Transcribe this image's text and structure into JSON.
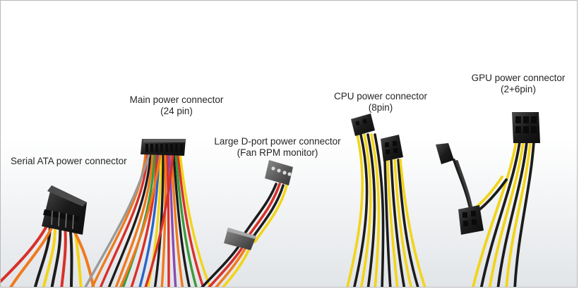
{
  "labels": {
    "sata": {
      "line1": "Serial ATA power connector"
    },
    "main": {
      "line1": "Main power connector",
      "line2": "(24 pin)"
    },
    "molex": {
      "line1": "Large D-port power connector",
      "line2": "(Fan RPM monitor)"
    },
    "cpu": {
      "line1": "CPU power connector",
      "line2": "(8pin)"
    },
    "gpu": {
      "line1": "GPU power connector",
      "line2": "(2+6pin)"
    }
  },
  "colors": {
    "wire_yellow": "#f2d41a",
    "wire_black": "#1c1c1c",
    "wire_red": "#d8302a",
    "wire_orange": "#ef7a1e",
    "wire_green": "#3a9a3a",
    "wire_blue": "#2a64c8",
    "wire_purple": "#8a4bb0",
    "wire_gray": "#9a9a9a",
    "connector_black": "#1e1e1e",
    "connector_gray": "#5d5d5d"
  }
}
